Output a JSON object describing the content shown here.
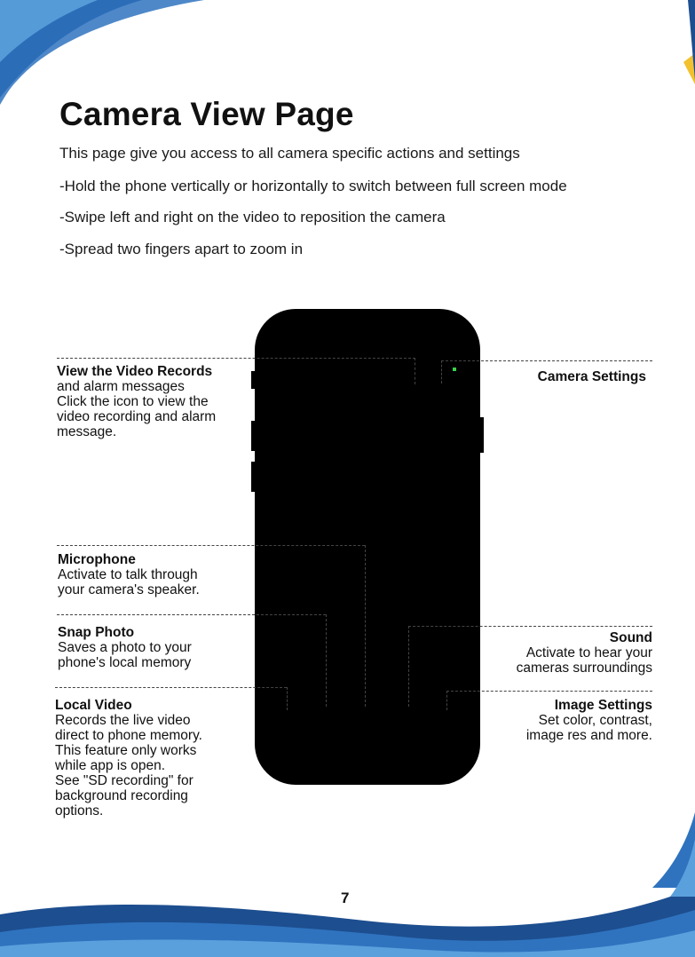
{
  "page": {
    "title": "Camera View Page",
    "intro_lines": [
      "This page give you access to all camera specific actions and settings",
      "-Hold the phone vertically or horizontally to switch between full screen mode",
      "-Swipe left and right on the video to reposition the camera",
      "-Spread two fingers apart to zoom in"
    ],
    "page_number": "7"
  },
  "callouts": {
    "video_records": {
      "heading": "View the Video Records",
      "lines": [
        "and alarm messages",
        "Click the icon to view the",
        "video recording and alarm",
        "message."
      ]
    },
    "camera_settings": {
      "heading": "Camera Settings"
    },
    "microphone": {
      "heading": "Microphone",
      "lines": [
        "Activate to talk through",
        "your camera's speaker."
      ]
    },
    "snap_photo": {
      "heading": "Snap Photo",
      "lines": [
        "Saves a photo to your",
        "phone's local memory"
      ]
    },
    "sound": {
      "heading": "Sound",
      "lines": [
        "Activate to hear your",
        "cameras surroundings"
      ]
    },
    "local_video": {
      "heading": "Local Video",
      "lines": [
        "Records the live video",
        "direct to phone memory.",
        "This feature only works",
        "while app is open.",
        "See \"SD recording\" for",
        "background recording",
        "options."
      ]
    },
    "image_settings": {
      "heading": "Image Settings",
      "lines": [
        "Set color, contrast,",
        "image res and more."
      ]
    }
  },
  "colors": {
    "wave_dark": "#1d4e8f",
    "wave_mid": "#2f73bf",
    "wave_light": "#5aa0dc",
    "accent_yellow": "#f2c12e",
    "status_dot": "#39d24a"
  }
}
